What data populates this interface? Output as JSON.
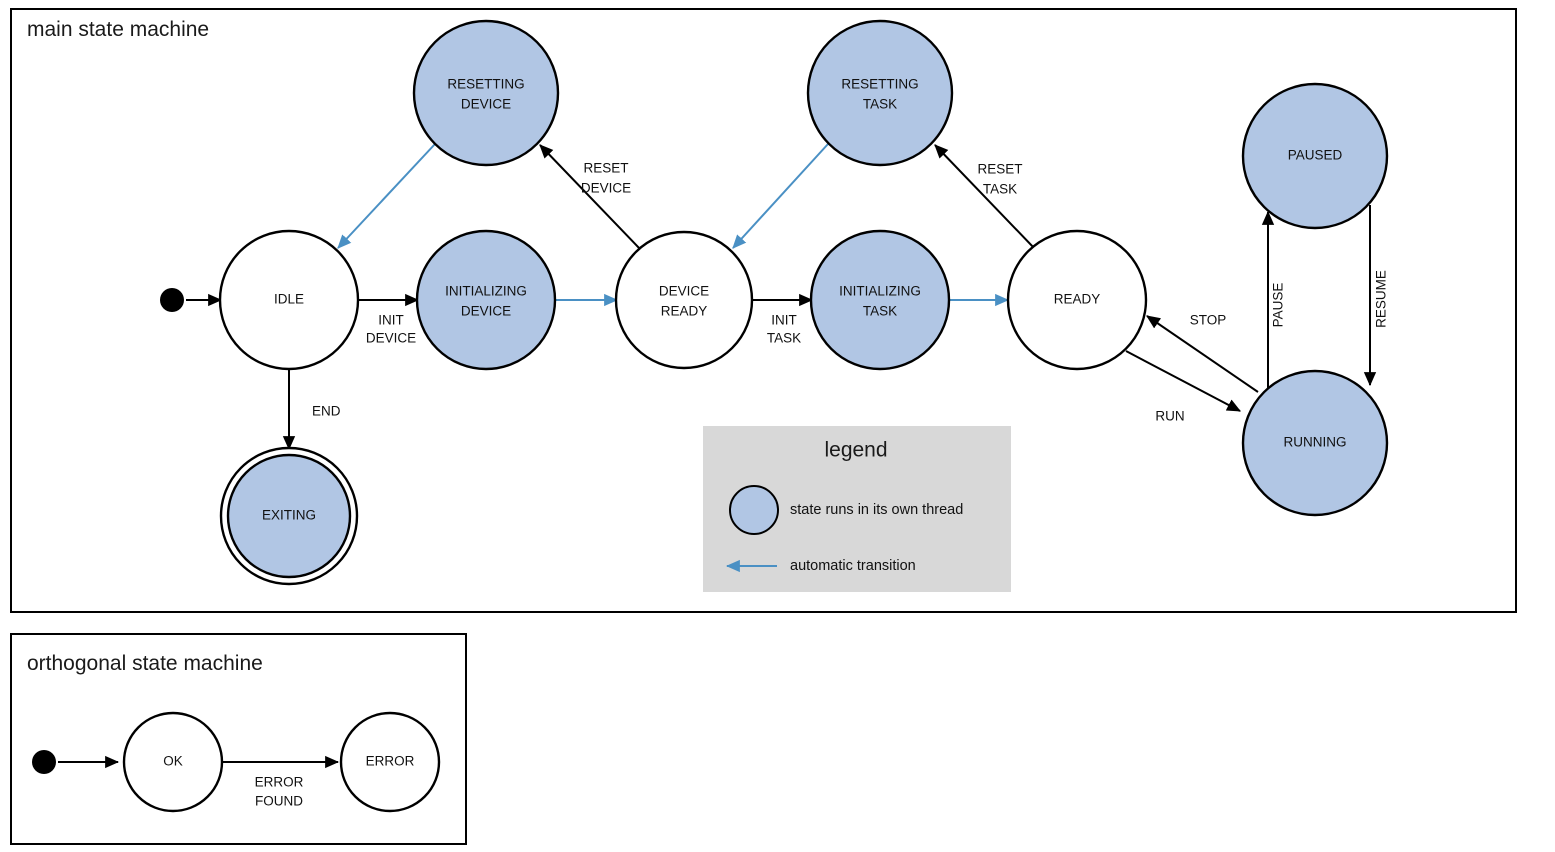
{
  "panels": {
    "main": {
      "title": "main state machine"
    },
    "orthogonal": {
      "title": "orthogonal state machine"
    }
  },
  "colors": {
    "thread_state_fill": "#b1c6e4",
    "plain_state_fill": "#ffffff",
    "state_stroke": "#000000",
    "auto_transition": "#4a90c4",
    "legend_background": "#d8d8d8",
    "panel_border": "#000000",
    "canvas_background": "#ffffff"
  },
  "main_states": [
    {
      "id": "idle",
      "label_lines": [
        "IDLE"
      ],
      "threaded": false,
      "final": false
    },
    {
      "id": "resetting-device",
      "label_lines": [
        "RESETTING",
        "DEVICE"
      ],
      "threaded": true,
      "final": false
    },
    {
      "id": "initializing-device",
      "label_lines": [
        "INITIALIZING",
        "DEVICE"
      ],
      "threaded": true,
      "final": false
    },
    {
      "id": "device-ready",
      "label_lines": [
        "DEVICE",
        "READY"
      ],
      "threaded": false,
      "final": false
    },
    {
      "id": "resetting-task",
      "label_lines": [
        "RESETTING",
        "TASK"
      ],
      "threaded": true,
      "final": false
    },
    {
      "id": "initializing-task",
      "label_lines": [
        "INITIALIZING",
        "TASK"
      ],
      "threaded": true,
      "final": false
    },
    {
      "id": "ready",
      "label_lines": [
        "READY"
      ],
      "threaded": false,
      "final": false
    },
    {
      "id": "paused",
      "label_lines": [
        "PAUSED"
      ],
      "threaded": true,
      "final": false
    },
    {
      "id": "running",
      "label_lines": [
        "RUNNING"
      ],
      "threaded": true,
      "final": false
    },
    {
      "id": "exiting",
      "label_lines": [
        "EXITING"
      ],
      "threaded": true,
      "final": true
    }
  ],
  "main_transitions": [
    {
      "id": "start-to-idle",
      "from": "start",
      "to": "idle",
      "label_lines": [],
      "automatic": false
    },
    {
      "id": "idle-to-initializing-device",
      "from": "idle",
      "to": "initializing-device",
      "label_lines": [
        "INIT",
        "DEVICE"
      ],
      "automatic": false
    },
    {
      "id": "idle-to-exiting",
      "from": "idle",
      "to": "exiting",
      "label_lines": [
        "END"
      ],
      "automatic": false
    },
    {
      "id": "resetting-device-to-idle",
      "from": "resetting-device",
      "to": "idle",
      "label_lines": [],
      "automatic": true
    },
    {
      "id": "initializing-device-to-device-ready",
      "from": "initializing-device",
      "to": "device-ready",
      "label_lines": [],
      "automatic": true
    },
    {
      "id": "device-ready-to-resetting-device",
      "from": "device-ready",
      "to": "resetting-device",
      "label_lines": [
        "RESET",
        "DEVICE"
      ],
      "automatic": false
    },
    {
      "id": "device-ready-to-initializing-task",
      "from": "device-ready",
      "to": "initializing-task",
      "label_lines": [
        "INIT",
        "TASK"
      ],
      "automatic": false
    },
    {
      "id": "resetting-task-to-device-ready",
      "from": "resetting-task",
      "to": "device-ready",
      "label_lines": [],
      "automatic": true
    },
    {
      "id": "initializing-task-to-ready",
      "from": "initializing-task",
      "to": "ready",
      "label_lines": [],
      "automatic": true
    },
    {
      "id": "ready-to-resetting-task",
      "from": "ready",
      "to": "resetting-task",
      "label_lines": [
        "RESET",
        "TASK"
      ],
      "automatic": false
    },
    {
      "id": "ready-to-running",
      "from": "ready",
      "to": "running",
      "label_lines": [
        "RUN"
      ],
      "automatic": false
    },
    {
      "id": "running-to-ready",
      "from": "running",
      "to": "ready",
      "label_lines": [
        "STOP"
      ],
      "automatic": false
    },
    {
      "id": "running-to-paused",
      "from": "running",
      "to": "paused",
      "label_lines": [
        "PAUSE"
      ],
      "automatic": false
    },
    {
      "id": "paused-to-running",
      "from": "paused",
      "to": "running",
      "label_lines": [
        "RESUME"
      ],
      "automatic": false
    }
  ],
  "orthogonal_states": [
    {
      "id": "ok",
      "label_lines": [
        "OK"
      ],
      "threaded": false,
      "final": false
    },
    {
      "id": "error",
      "label_lines": [
        "ERROR"
      ],
      "threaded": false,
      "final": false
    }
  ],
  "orthogonal_transitions": [
    {
      "id": "start-to-ok",
      "from": "start",
      "to": "ok",
      "label_lines": [],
      "automatic": false
    },
    {
      "id": "ok-to-error",
      "from": "ok",
      "to": "error",
      "label_lines": [
        "ERROR",
        "FOUND"
      ],
      "automatic": false
    }
  ],
  "legend": {
    "title": "legend",
    "items": [
      {
        "id": "thread-state",
        "symbol": "blue-filled-circle",
        "text": "state runs in its own thread"
      },
      {
        "id": "auto-transition",
        "symbol": "blue-left-arrow",
        "text": "automatic transition"
      }
    ]
  },
  "labels": {
    "main_title": "main state machine",
    "orthogonal_title": "orthogonal state machine",
    "idle": "IDLE",
    "resetting_device_1": "RESETTING",
    "resetting_device_2": "DEVICE",
    "initializing_device_1": "INITIALIZING",
    "initializing_device_2": "DEVICE",
    "device_ready_1": "DEVICE",
    "device_ready_2": "READY",
    "resetting_task_1": "RESETTING",
    "resetting_task_2": "TASK",
    "initializing_task_1": "INITIALIZING",
    "initializing_task_2": "TASK",
    "ready": "READY",
    "paused": "PAUSED",
    "running": "RUNNING",
    "exiting": "EXITING",
    "ok": "OK",
    "error": "ERROR",
    "init_device_1": "INIT",
    "init_device_2": "DEVICE",
    "init_task_1": "INIT",
    "init_task_2": "TASK",
    "reset_device_1": "RESET",
    "reset_device_2": "DEVICE",
    "reset_task_1": "RESET",
    "reset_task_2": "TASK",
    "end": "END",
    "run": "RUN",
    "stop": "STOP",
    "pause": "PAUSE",
    "resume": "RESUME",
    "error_found_1": "ERROR",
    "error_found_2": "FOUND",
    "legend_title": "legend",
    "legend_thread": "state runs in its own thread",
    "legend_auto": "automatic transition"
  }
}
